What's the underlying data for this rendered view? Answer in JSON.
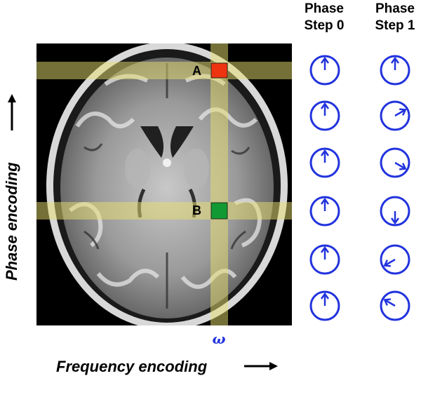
{
  "columns": [
    {
      "title_line1": "Phase",
      "title_line2": "Step 0"
    },
    {
      "title_line1": "Phase",
      "title_line2": "Step 1"
    }
  ],
  "axes": {
    "vertical_label": "Phase encoding",
    "horizontal_label": "Frequency encoding",
    "frequency_symbol": "ω"
  },
  "markers": {
    "a": {
      "label": "A",
      "color": "#ee3311"
    },
    "b": {
      "label": "B",
      "color": "#119933"
    }
  },
  "colors": {
    "band": "#e8e070",
    "spin": "#2233dd"
  },
  "spin_columns": [
    {
      "angles_deg": [
        0,
        0,
        0,
        0,
        0,
        0
      ]
    },
    {
      "angles_deg": [
        0,
        60,
        120,
        180,
        240,
        300
      ]
    }
  ]
}
